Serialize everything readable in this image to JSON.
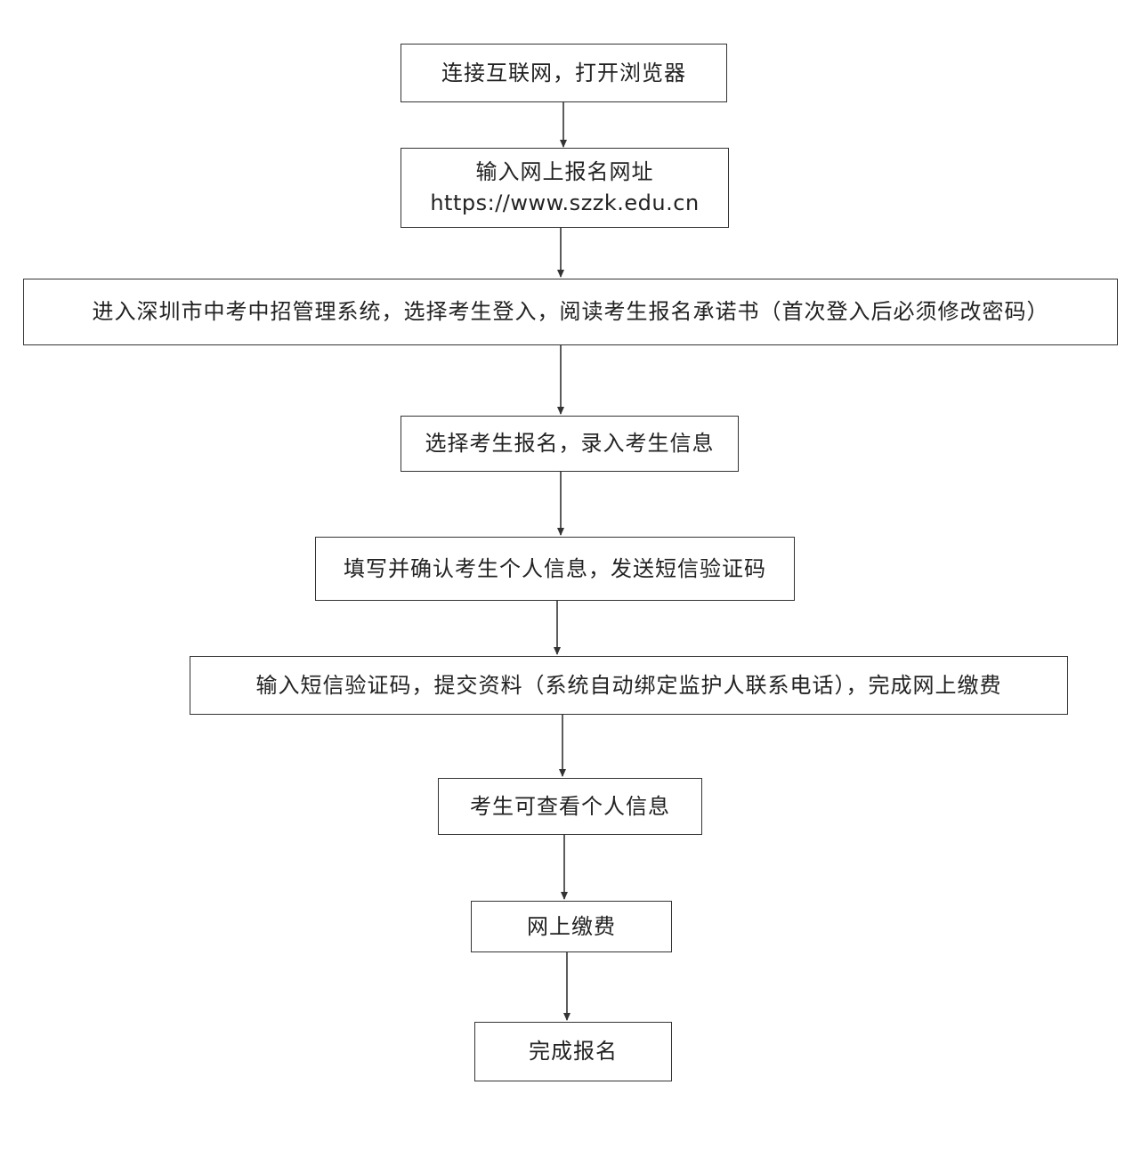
{
  "steps": [
    {
      "id": "s1",
      "lines": [
        "连接互联网，打开浏览器"
      ]
    },
    {
      "id": "s2",
      "lines": [
        "输入网上报名网址",
        "https://www.szzk.edu.cn"
      ]
    },
    {
      "id": "s3",
      "lines": [
        "进入深圳市中考中招管理系统，选择考生登入，阅读考生报名承诺书（首次登入后必须修改密码）"
      ]
    },
    {
      "id": "s4",
      "lines": [
        "选择考生报名，录入考生信息"
      ]
    },
    {
      "id": "s5",
      "lines": [
        "填写并确认考生个人信息，发送短信验证码"
      ]
    },
    {
      "id": "s6",
      "lines": [
        "输入短信验证码，提交资料（系统自动绑定监护人联系电话），完成网上缴费"
      ]
    },
    {
      "id": "s7",
      "lines": [
        "考生可查看个人信息"
      ]
    },
    {
      "id": "s8",
      "lines": [
        "网上缴费"
      ]
    },
    {
      "id": "s9",
      "lines": [
        "完成报名"
      ]
    }
  ],
  "colors": {
    "border": "#333333",
    "text": "#222222",
    "background": "#ffffff"
  }
}
